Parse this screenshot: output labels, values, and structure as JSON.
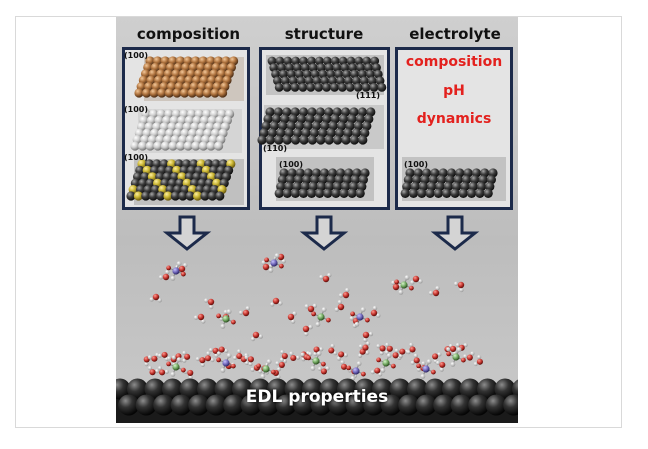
{
  "titles": {
    "composition": "composition",
    "structure": "structure",
    "electrolyte": "electrolyte"
  },
  "facets": {
    "c1": "(100)",
    "c2": "(100)",
    "c3": "(100)",
    "s111": "(111)",
    "s110": "(110)",
    "s100": "(100)",
    "e100": "(100)"
  },
  "electrolyte_props": [
    "composition",
    "pH",
    "dynamics"
  ],
  "bottom_label": "EDL properties",
  "colors": {
    "panel_border": "#1c2a4a",
    "red_text": "#e3211e",
    "copper": "#b0743f",
    "silver": "#d8d8d8",
    "dark_metal": "#3c3c3c",
    "sulfur": "#c9b533",
    "oxygen": "#c0302a",
    "nitrogen": "#6b62b5",
    "carbon_green": "#6aa15a"
  },
  "icons": [
    "down-arrow-icon"
  ]
}
